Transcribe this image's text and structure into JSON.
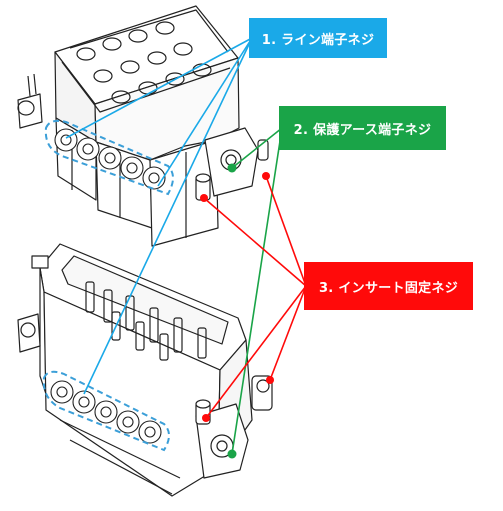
{
  "labels": {
    "line_screws": "1. ライン端子ネジ",
    "pe_screws": "2. 保護アース端子ネジ",
    "insert_screws": "3. インサート固定ネジ"
  },
  "colors": {
    "line": "#1aa9e8",
    "pe": "#1aa448",
    "insert": "#ff0a0a",
    "drawing": "#222222",
    "highlight_dash": "#3b9fd8"
  }
}
